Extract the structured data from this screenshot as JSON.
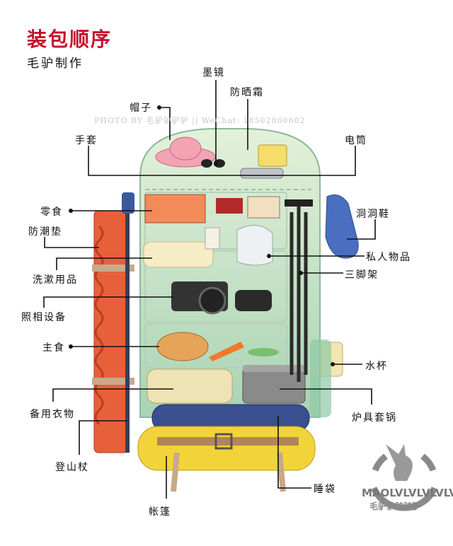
{
  "header": {
    "title": "装包顺序",
    "subtitle": "毛驴制作"
  },
  "watermark": "PHOTO   BY  毛驴驴驴驴   ||   WeChat: 18502860602",
  "labels": {
    "sunglasses": "墨镜",
    "sunscreen": "防晒霜",
    "hat": "帽子",
    "gloves": "手套",
    "flashlight": "电筒",
    "snacks": "零食",
    "crocs": "洞洞鞋",
    "moisture_pad": "防潮垫",
    "personal_items": "私人物品",
    "toiletries": "洗漱用品",
    "tripod": "三脚架",
    "camera_gear": "照相设备",
    "staple_food": "主食",
    "water_cup": "水杯",
    "spare_clothes": "备用衣物",
    "cookware": "炉具套锅",
    "trekking_pole": "登山杖",
    "sleeping_bag": "睡袋",
    "tent": "帐篷"
  },
  "logo": {
    "text_en": "MAOLVLVLVLVLV",
    "text_cn": "毛驴驴驴驴驴"
  },
  "colors": {
    "title": "#c8102e",
    "pack": "#cfe6c4",
    "pad": "#e8603a",
    "tent": "#f2d43a",
    "sleeping_bag": "#3a4f8f"
  }
}
